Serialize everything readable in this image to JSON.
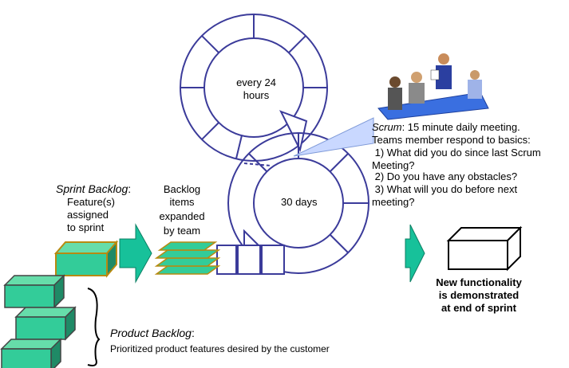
{
  "cycles": {
    "daily_label_line1": "every 24",
    "daily_label_line2": "hours",
    "sprint_label": "30 days"
  },
  "sprint_backlog": {
    "title": "Sprint Backlog",
    "title_suffix": ":",
    "lines": [
      "Feature(s)",
      "assigned",
      "to sprint"
    ]
  },
  "backlog_items": {
    "lines": [
      "Backlog",
      "items",
      "expanded",
      "by team"
    ]
  },
  "scrum_callout": {
    "term": "Scrum",
    "term_rest": ": 15 minute daily meeting.",
    "lines": [
      "Teams member respond to basics:",
      " 1) What did you do since last Scrum",
      "Meeting?",
      " 2) Do you have any obstacles?",
      " 3) What will you do before next",
      "meeting?"
    ]
  },
  "result": {
    "lines": [
      "New functionality",
      "is demonstrated",
      "at end of sprint"
    ]
  },
  "product_backlog": {
    "title": "Product Backlog",
    "title_suffix": ":",
    "description": "Prioritized product features desired by the customer"
  },
  "colors": {
    "box_fill": "#33cc99",
    "box_dark": "#1f8a66",
    "arrow_fill": "#17c19a",
    "ring_stroke": "#3b3b9a",
    "callout_fill": "#c9d8ff",
    "table_fill": "#3a6fe0"
  }
}
